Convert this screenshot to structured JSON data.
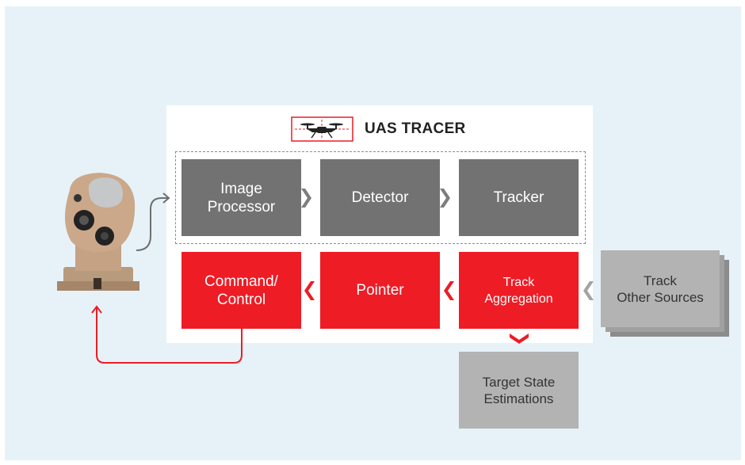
{
  "header": {
    "title": "UAS TRACER",
    "icon": "drone-icon"
  },
  "blocks": {
    "image_processor": [
      "Image",
      "Processor"
    ],
    "detector": "Detector",
    "tracker": "Tracker",
    "command_control": [
      "Command/",
      "Control"
    ],
    "pointer": "Pointer",
    "track_aggregation": [
      "Track",
      "Aggregation"
    ],
    "track_other_sources": [
      "Track",
      "Other Sources"
    ],
    "target_state_estimations": [
      "Target State",
      "Estimations"
    ]
  },
  "colors": {
    "background": "#e7f2f8",
    "gray_block": "#727272",
    "red_block": "#ee1c25",
    "light_block": "#b3b3b3"
  },
  "icons": [
    "gimbal-camera-icon",
    "drone-icon",
    "chevron-right-icon",
    "chevron-left-icon",
    "chevron-down-icon"
  ]
}
